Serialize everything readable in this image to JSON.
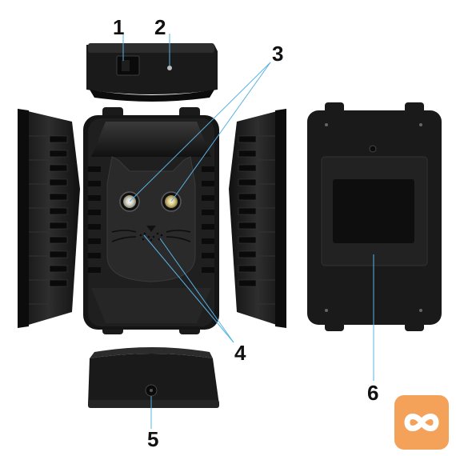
{
  "callouts": {
    "c1": "1",
    "c2": "2",
    "c3": "3",
    "c4": "4",
    "c5": "5",
    "c6": "6"
  },
  "colors": {
    "device": "#1c1c1c",
    "device_dark": "#0e0e0e",
    "device_light": "#3a3a3a",
    "leader_line": "#58b3e6",
    "callout_text": "#111111",
    "logo_bg": "#f4a259"
  },
  "icons": {
    "brand_logo": "infinity-icon"
  }
}
